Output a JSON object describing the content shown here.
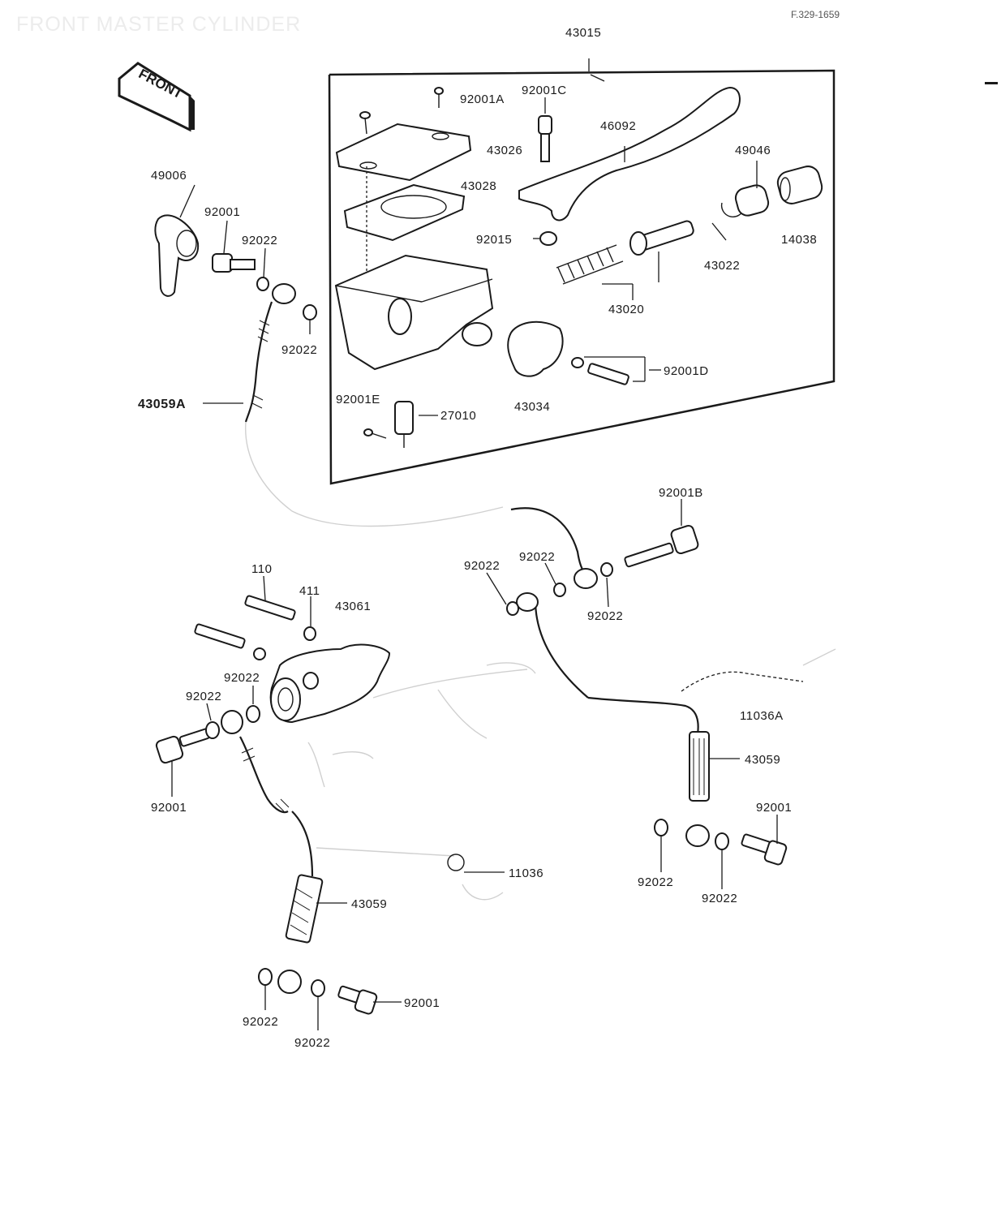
{
  "title": "FRONT MASTER CYLINDER",
  "ref_code": "F.329-1659",
  "front_sign": "FRONT",
  "callouts": {
    "c43015": "43015",
    "c92001A": "92001A",
    "c92001C": "92001C",
    "c46092": "46092",
    "c43026": "43026",
    "c43028": "43028",
    "c49046": "49046",
    "c92015": "92015",
    "c14038": "14038",
    "c43022": "43022",
    "c43020": "43020",
    "c92001D": "92001D",
    "c43034": "43034",
    "c92001E": "92001E",
    "c27010": "27010",
    "c49006": "49006",
    "c92001_top": "92001",
    "c92022_a": "92022",
    "c92022_b": "92022",
    "c43059A": "43059A",
    "c92001B": "92001B",
    "c92022_c": "92022",
    "c92022_d": "92022",
    "c92022_e": "92022",
    "c110": "110",
    "c411": "411",
    "c43061": "43061",
    "c92022_f": "92022",
    "c92022_g": "92022",
    "c92001_left": "92001",
    "c11036A": "11036A",
    "c43059": "43059",
    "c92001_right": "92001",
    "c92022_h": "92022",
    "c92022_i": "92022",
    "c11036": "11036",
    "c43059_low": "43059",
    "c92022_j": "92022",
    "c92022_k": "92022",
    "c92001_bottom": "92001"
  }
}
